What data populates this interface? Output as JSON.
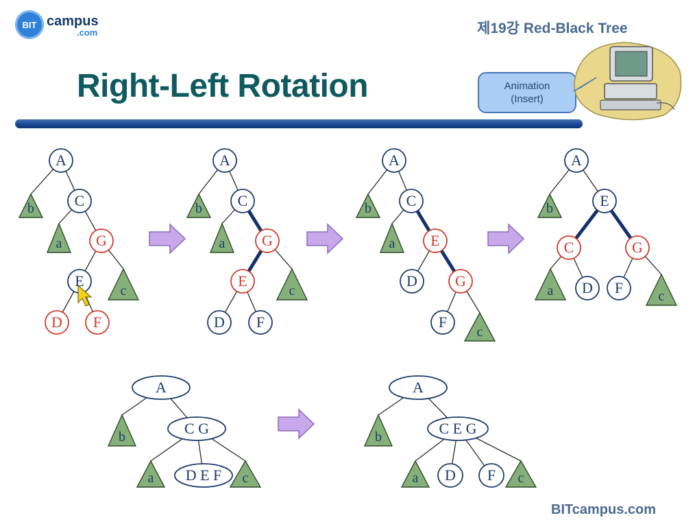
{
  "header": {
    "logo_bit": "BIT",
    "logo_campus": "campus",
    "logo_com": ".com",
    "lecture": "제19강 Red-Black Tree",
    "title": "Right-Left Rotation",
    "animation_button_line1": "Animation",
    "animation_button_line2": "(Insert)"
  },
  "footer": {
    "site": "BITcampus.com"
  },
  "diagram": {
    "nodes": [
      {
        "id": "s1A",
        "label": "A",
        "color": "black"
      },
      {
        "id": "s1C",
        "label": "C",
        "color": "black"
      },
      {
        "id": "s1G",
        "label": "G",
        "color": "red"
      },
      {
        "id": "s1E",
        "label": "E",
        "color": "black"
      },
      {
        "id": "s1D",
        "label": "D",
        "color": "red"
      },
      {
        "id": "s1F",
        "label": "F",
        "color": "red"
      },
      {
        "id": "s2A",
        "label": "A",
        "color": "black"
      },
      {
        "id": "s2C",
        "label": "C",
        "color": "black"
      },
      {
        "id": "s2G",
        "label": "G",
        "color": "red"
      },
      {
        "id": "s2E",
        "label": "E",
        "color": "red"
      },
      {
        "id": "s2D",
        "label": "D",
        "color": "black"
      },
      {
        "id": "s2F",
        "label": "F",
        "color": "black"
      },
      {
        "id": "s3A",
        "label": "A",
        "color": "black"
      },
      {
        "id": "s3C",
        "label": "C",
        "color": "black"
      },
      {
        "id": "s3E",
        "label": "E",
        "color": "red"
      },
      {
        "id": "s3D",
        "label": "D",
        "color": "black"
      },
      {
        "id": "s3G",
        "label": "G",
        "color": "red"
      },
      {
        "id": "s3F",
        "label": "F",
        "color": "black"
      },
      {
        "id": "s4A",
        "label": "A",
        "color": "black"
      },
      {
        "id": "s4E",
        "label": "E",
        "color": "black"
      },
      {
        "id": "s4C",
        "label": "C",
        "color": "red"
      },
      {
        "id": "s4G",
        "label": "G",
        "color": "red"
      },
      {
        "id": "s4D",
        "label": "D",
        "color": "black"
      },
      {
        "id": "s4F",
        "label": "F",
        "color": "black"
      },
      {
        "id": "b1A",
        "label": "A",
        "color": "black"
      },
      {
        "id": "b1CG",
        "label": "C G",
        "color": "black"
      },
      {
        "id": "b1DEF",
        "label": "D E F",
        "color": "black"
      },
      {
        "id": "b2A",
        "label": "A",
        "color": "black"
      },
      {
        "id": "b2CEG",
        "label": "C E G",
        "color": "black"
      },
      {
        "id": "b2D",
        "label": "D",
        "color": "black"
      },
      {
        "id": "b2F",
        "label": "F",
        "color": "black"
      }
    ],
    "subtrees": [
      {
        "id": "s1b",
        "label": "b"
      },
      {
        "id": "s1a",
        "label": "a"
      },
      {
        "id": "s1c",
        "label": "c"
      },
      {
        "id": "s2b",
        "label": "b"
      },
      {
        "id": "s2a",
        "label": "a"
      },
      {
        "id": "s2c",
        "label": "c"
      },
      {
        "id": "s3b",
        "label": "b"
      },
      {
        "id": "s3a",
        "label": "a"
      },
      {
        "id": "s3c",
        "label": "c"
      },
      {
        "id": "s4b",
        "label": "b"
      },
      {
        "id": "s4a",
        "label": "a"
      },
      {
        "id": "s4c",
        "label": "c"
      },
      {
        "id": "b1b",
        "label": "b"
      },
      {
        "id": "b1a",
        "label": "a"
      },
      {
        "id": "b1c",
        "label": "c"
      },
      {
        "id": "b2b",
        "label": "b"
      },
      {
        "id": "b2a",
        "label": "a"
      },
      {
        "id": "b2c",
        "label": "c"
      }
    ],
    "colors": {
      "red": "#d23a2a",
      "black": "#1c3a6b",
      "subtree_fill": "#86b07a",
      "arrow_fill": "#c8a8ea",
      "edge": "#2a2a2a",
      "highlight_edge": "#15306b"
    }
  }
}
